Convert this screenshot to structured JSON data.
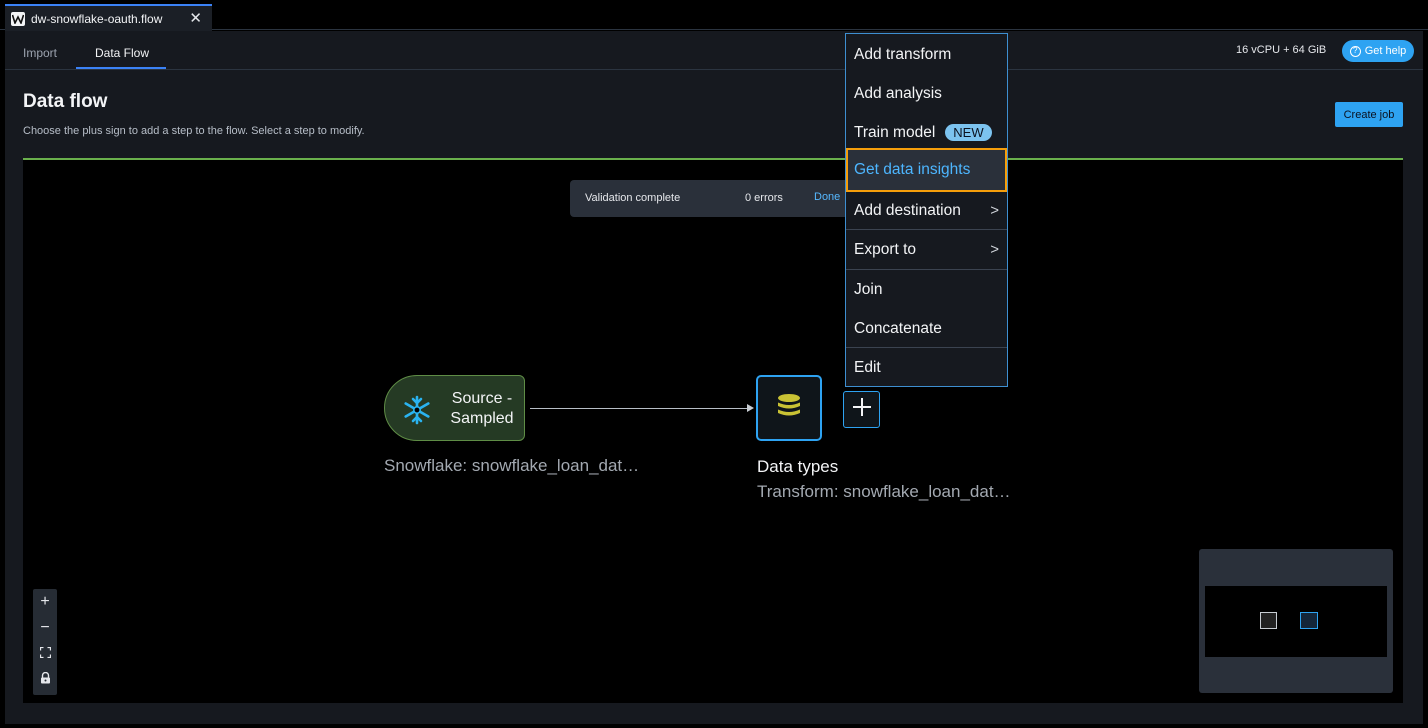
{
  "tabbar": {
    "file_tab_title": "dw-snowflake-oauth.flow",
    "close_glyph": "✕"
  },
  "nav": {
    "tabs": [
      {
        "label": "Import"
      },
      {
        "label": "Data Flow"
      }
    ],
    "active_tab": "Data Flow"
  },
  "header": {
    "resources": "16 vCPU + 64 GiB",
    "help_label": "Get help",
    "help_icon": "?"
  },
  "page": {
    "title": "Data flow",
    "description": "Choose the plus sign to add a step to the flow. Select a step to modify.",
    "create_job_label": "Create job"
  },
  "validation": {
    "title": "Validation complete",
    "errors": "0 errors",
    "done": "Done"
  },
  "nodes": {
    "source": {
      "label_line1": "Source -",
      "label_line2": "Sampled",
      "caption": "Snowflake: snowflake_loan_dat…",
      "icon": "snowflake-icon"
    },
    "transform": {
      "title": "Data types",
      "caption": "Transform: snowflake_loan_dat…",
      "icon": "database-icon"
    },
    "add": {
      "glyph": "+"
    }
  },
  "zoom": {
    "zoom_in": "+",
    "zoom_out": "−"
  },
  "menu": {
    "items": [
      {
        "label": "Add transform"
      },
      {
        "label": "Add analysis"
      },
      {
        "label": "Train model",
        "badge": "NEW"
      },
      {
        "label": "Get data insights"
      },
      {
        "label": "Add destination",
        "submenu": ">"
      },
      {
        "label": "Export to",
        "submenu": ">"
      },
      {
        "label": "Join"
      },
      {
        "label": "Concatenate"
      },
      {
        "label": "Edit"
      }
    ],
    "highlighted": "Get data insights"
  },
  "colors": {
    "accent": "#2ea3f2",
    "highlight_border": "#f59e0b",
    "source_node_border": "#5f8d46",
    "canvas_top_border": "#6ab04c"
  }
}
